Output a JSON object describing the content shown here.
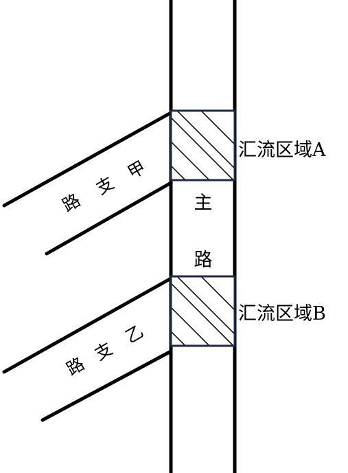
{
  "main_road": {
    "chars": [
      "主",
      "路"
    ]
  },
  "zone_a": {
    "label": "汇流区域A"
  },
  "zone_b": {
    "label": "汇流区域B"
  },
  "branch_jia": {
    "chars": [
      "甲",
      "支",
      "路"
    ]
  },
  "branch_yi": {
    "chars": [
      "乙",
      "支",
      "路"
    ]
  },
  "colors": {
    "line": "#000000",
    "zone_border": "#1c2a4a",
    "background": "#ffffff"
  }
}
